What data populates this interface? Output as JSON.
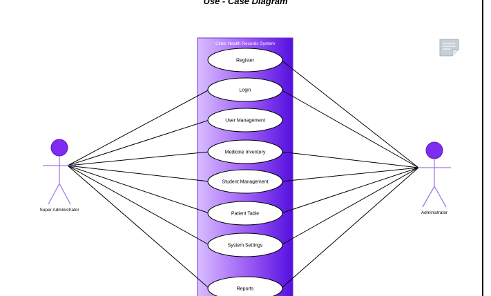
{
  "title": "Use - Case Diagram",
  "system": {
    "name": "Clinic Health Records System"
  },
  "actors": {
    "left": {
      "name": "Super Administrator"
    },
    "right": {
      "name": "Administrator"
    }
  },
  "use_cases": [
    {
      "id": "register",
      "label": "Register"
    },
    {
      "id": "login",
      "label": "Login"
    },
    {
      "id": "user-management",
      "label": "User Management"
    },
    {
      "id": "medicine-inventory",
      "label": "Medicine Inventory"
    },
    {
      "id": "student-management",
      "label": "Student Management"
    },
    {
      "id": "patient-table",
      "label": "Patient Table"
    },
    {
      "id": "system-settings",
      "label": "System Settings"
    },
    {
      "id": "reports",
      "label": "Reports"
    }
  ],
  "associations": {
    "super_administrator": [
      "login",
      "user-management",
      "medicine-inventory",
      "student-management",
      "patient-table",
      "system-settings",
      "reports"
    ],
    "administrator": [
      "register",
      "login",
      "medicine-inventory",
      "student-management",
      "patient-table",
      "system-settings",
      "reports"
    ]
  },
  "colors": {
    "system_fill_light": "#d6b7ff",
    "system_fill_dark": "#5a11e6",
    "actor_head": "#7e2cf0",
    "actor_body": "#a07ae6",
    "line": "#000000"
  },
  "icons": {
    "corner": "note-icon"
  }
}
